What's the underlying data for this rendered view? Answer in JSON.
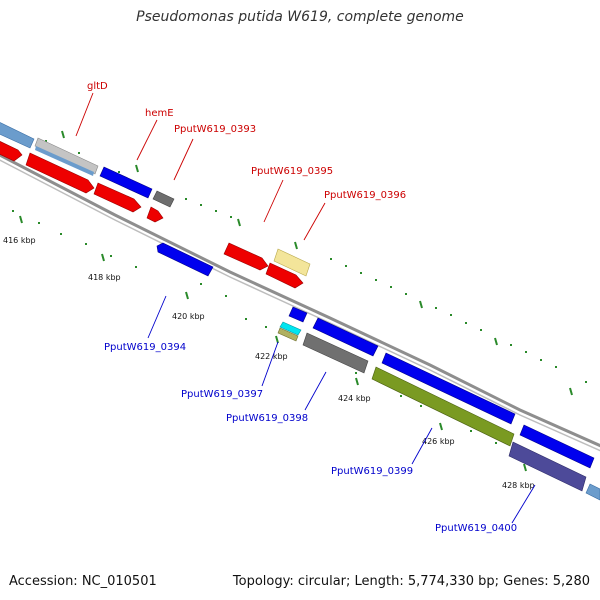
{
  "title": "Pseudomonas putida W619, complete genome",
  "footer": {
    "accession": "Accession: NC_010501",
    "topology": "Topology: circular; Length: 5,774,330 bp; Genes: 5,280"
  },
  "colors": {
    "label_red": "#cc0000",
    "label_blue": "#0000cc",
    "tick_green": "#2a8a2a",
    "backbone": "#9a9a9a"
  },
  "ticks": [
    "416 kbp",
    "418 kbp",
    "420 kbp",
    "422 kbp",
    "424 kbp",
    "426 kbp",
    "428 kbp"
  ],
  "gene_labels": [
    "gltD",
    "hemE",
    "PputW619_0393",
    "PputW619_0395",
    "PputW619_0396",
    "PputW619_0394",
    "PputW619_0397",
    "PputW619_0398",
    "PputW619_0399",
    "PputW619_0400"
  ]
}
